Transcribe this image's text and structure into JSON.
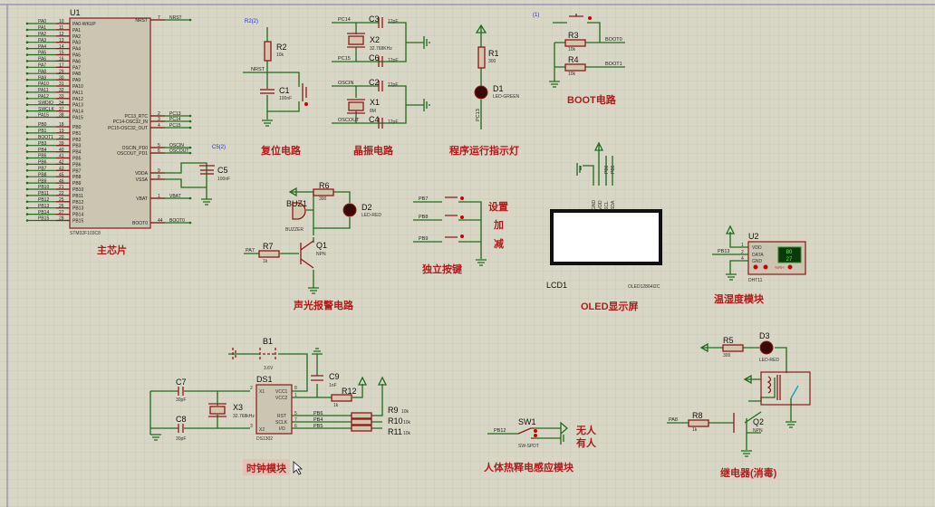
{
  "u1": {
    "ref": "U1",
    "part": "STM32F103C8",
    "left_pins": [
      {
        "net": "PA0",
        "num": "10",
        "name": "PA0-WKUP"
      },
      {
        "net": "PA1",
        "num": "11",
        "name": "PA1"
      },
      {
        "net": "PA2",
        "num": "12",
        "name": "PA2"
      },
      {
        "net": "PA3",
        "num": "13",
        "name": "PA3"
      },
      {
        "net": "PA4",
        "num": "14",
        "name": "PA4"
      },
      {
        "net": "PA5",
        "num": "15",
        "name": "PA5"
      },
      {
        "net": "PA6",
        "num": "16",
        "name": "PA6"
      },
      {
        "net": "PA7",
        "num": "17",
        "name": "PA7"
      },
      {
        "net": "PA8",
        "num": "29",
        "name": "PA8"
      },
      {
        "net": "PA9",
        "num": "30",
        "name": "PA9"
      },
      {
        "net": "PA10",
        "num": "31",
        "name": "PA10"
      },
      {
        "net": "PA11",
        "num": "32",
        "name": "PA11"
      },
      {
        "net": "PA12",
        "num": "33",
        "name": "PA12"
      },
      {
        "net": "SWDIO",
        "num": "34",
        "name": "PA13"
      },
      {
        "net": "SWCLK",
        "num": "37",
        "name": "PA14"
      },
      {
        "net": "PA15",
        "num": "38",
        "name": "PA15"
      },
      {
        "net": "PB0",
        "num": "18",
        "name": "PB0"
      },
      {
        "net": "PB1",
        "num": "19",
        "name": "PB1"
      },
      {
        "net": "BOOT1",
        "num": "20",
        "name": "PB2"
      },
      {
        "net": "PB3",
        "num": "39",
        "name": "PB3"
      },
      {
        "net": "PB4",
        "num": "40",
        "name": "PB4"
      },
      {
        "net": "PB5",
        "num": "41",
        "name": "PB5"
      },
      {
        "net": "PB6",
        "num": "42",
        "name": "PB6"
      },
      {
        "net": "PB7",
        "num": "43",
        "name": "PB7"
      },
      {
        "net": "PB8",
        "num": "45",
        "name": "PB8"
      },
      {
        "net": "PB9",
        "num": "46",
        "name": "PB9"
      },
      {
        "net": "PB10",
        "num": "21",
        "name": "PB10"
      },
      {
        "net": "PB11",
        "num": "22",
        "name": "PB11"
      },
      {
        "net": "PB12",
        "num": "25",
        "name": "PB12"
      },
      {
        "net": "PB13",
        "num": "26",
        "name": "PB13"
      },
      {
        "net": "PB14",
        "num": "27",
        "name": "PB14"
      },
      {
        "net": "PB15",
        "num": "28",
        "name": "PB15"
      }
    ],
    "right_pins": [
      {
        "net": "NRST",
        "num": "7",
        "name": "NRST"
      },
      {
        "net": "PC13",
        "num": "2",
        "name": "PC13_RTC"
      },
      {
        "net": "PC14",
        "num": "3",
        "name": "PC14-OSC32_IN"
      },
      {
        "net": "PC15",
        "num": "4",
        "name": "PC15-OSC32_OUT"
      },
      {
        "net": "OSCIN",
        "num": "5",
        "name": "OSCIN_PD0"
      },
      {
        "net": "OSCOUT",
        "num": "6",
        "name": "OSCOUT_PD1"
      },
      {
        "net": "",
        "num": "9",
        "name": "VDDA"
      },
      {
        "net": "",
        "num": "8",
        "name": "VSSA"
      },
      {
        "net": "VBAT",
        "num": "1",
        "name": "VBAT"
      },
      {
        "net": "BOOT0",
        "num": "44",
        "name": "BOOT0"
      }
    ]
  },
  "c5": {
    "ref": "C5",
    "value": "100nF",
    "probe": "C5(2)"
  },
  "titles": {
    "main": "主芯片",
    "reset": "复位电路",
    "crystal": "晶振电路",
    "run_led": "程序运行指示灯",
    "boot": "BOOT电路",
    "alarm": "声光报警电路",
    "keys": "独立按键",
    "oled": "OLED显示屏",
    "dht": "温湿度模块",
    "clock": "时钟模块",
    "pir": "人体热释电感应模块",
    "relay": "继电器(消毒)"
  },
  "reset": {
    "r_ref": "R2",
    "r_val": "10k",
    "c_ref": "C1",
    "c_val": "100nF",
    "net": "NRST",
    "probe": "R2(2)"
  },
  "crystal": {
    "x2_ref": "X2",
    "x2_val": "32.768KHz",
    "x1_ref": "X1",
    "x1_val": "8M",
    "c3": "C3",
    "c6": "C6",
    "c2": "C2",
    "c4": "C4",
    "cap_val": "12pF",
    "net_pc14": "PC14",
    "net_pc15": "PC15",
    "net_oscin": "OSCIN",
    "net_oscout": "OSCOUT"
  },
  "run_led": {
    "r_ref": "R1",
    "r_val": "300",
    "d_ref": "D1",
    "d_val": "LED-GREEN",
    "net": "PC13"
  },
  "boot": {
    "r3": "R3",
    "r4": "R4",
    "r_val": "10k",
    "net0": "BOOT0",
    "net1": "BOOT1",
    "probe": "(1)"
  },
  "alarm": {
    "buz_ref": "BUZ1",
    "buz_val": "BUZZER",
    "r6": "R6",
    "r6_val": "300",
    "d2": "D2",
    "d2_val": "LED-RED",
    "r7": "R7",
    "r7_val": "1k",
    "q1": "Q1",
    "q1_val": "NPN",
    "net": "PA7"
  },
  "keys": {
    "nets": [
      "PB7",
      "PB8",
      "PB9"
    ],
    "labels": [
      "设置",
      "加",
      "减"
    ]
  },
  "oled": {
    "ref": "LCD1",
    "part": "OLED12864I2C",
    "pins": [
      "GND",
      "VDD",
      "SCL",
      "SDA"
    ],
    "nets": [
      "PB6",
      "PB5"
    ]
  },
  "dht": {
    "ref": "U2",
    "part": "DHT11",
    "net": "PB13",
    "pins": [
      "VDD",
      "DATA",
      "GND"
    ],
    "pin_nums": [
      "1",
      "2",
      "4"
    ],
    "humidity": "80",
    "temperature": "27",
    "unit": "%RH"
  },
  "clock": {
    "b1": "B1",
    "b1_val": "3.6V",
    "c7": "C7",
    "c8": "C8",
    "c_val": "30pF",
    "c9": "C9",
    "c9_val": "1nF",
    "x3": "X3",
    "x3_val": "32.768kHz",
    "ds": "DS1",
    "ds_part": "DS1302",
    "r12": "R12",
    "r12_val": "1k",
    "pins_left": [
      {
        "num": "2",
        "name": "X1"
      },
      {
        "num": "3",
        "name": "X2"
      }
    ],
    "pins_right": [
      {
        "num": "8",
        "name": "VCC1"
      },
      {
        "num": "1",
        "name": "VCC2"
      },
      {
        "num": "5",
        "name": "RST"
      },
      {
        "num": "7",
        "name": "SCLK"
      },
      {
        "num": "6",
        "name": "I/O"
      }
    ],
    "nets": [
      "PB6",
      "PB4",
      "PB5"
    ],
    "pullups": [
      {
        "ref": "R9",
        "val": "10k"
      },
      {
        "ref": "R10",
        "val": "10k"
      },
      {
        "ref": "R11",
        "val": "10k"
      }
    ]
  },
  "pir": {
    "sw": "SW1",
    "sw_val": "SW-SPDT",
    "net": "PB12",
    "no_person": "无人",
    "person": "有人"
  },
  "relay": {
    "r5": "R5",
    "r5_val": "300",
    "d3": "D3",
    "d3_val": "LED-RED",
    "r8": "R8",
    "r8_val": "1k",
    "q2": "Q2",
    "q2_val": "NPN",
    "net": "PA8"
  }
}
